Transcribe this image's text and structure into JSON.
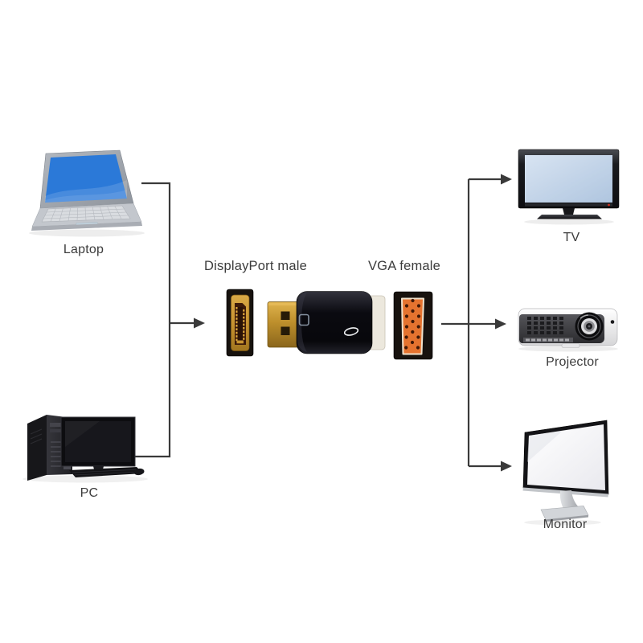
{
  "diagram": {
    "sources": [
      {
        "label": "Laptop"
      },
      {
        "label": "PC"
      }
    ],
    "adapter": {
      "left_connector_label": "DisplayPort male",
      "right_connector_label": "VGA female"
    },
    "targets": [
      {
        "label": "TV"
      },
      {
        "label": "Projector"
      },
      {
        "label": "Monitor"
      }
    ]
  },
  "icons": {
    "laptop": "laptop-illustration",
    "pc": "desktop-pc-illustration",
    "adapter": "displayport-to-vga-adapter-illustration",
    "displayport_port": "displayport-male-port-icon",
    "vga_port": "vga-female-port-icon",
    "tv": "tv-illustration",
    "projector": "projector-illustration",
    "monitor": "monitor-illustration"
  },
  "colors": {
    "line_color": "#3a3a3a",
    "label_color": "#3c3c3c",
    "laptop_screen_color": "#2b79d8",
    "tv_screen_color": "#c6d7eb",
    "dp_gold_color": "#c89331",
    "vga_orange_color": "#e5732f"
  }
}
